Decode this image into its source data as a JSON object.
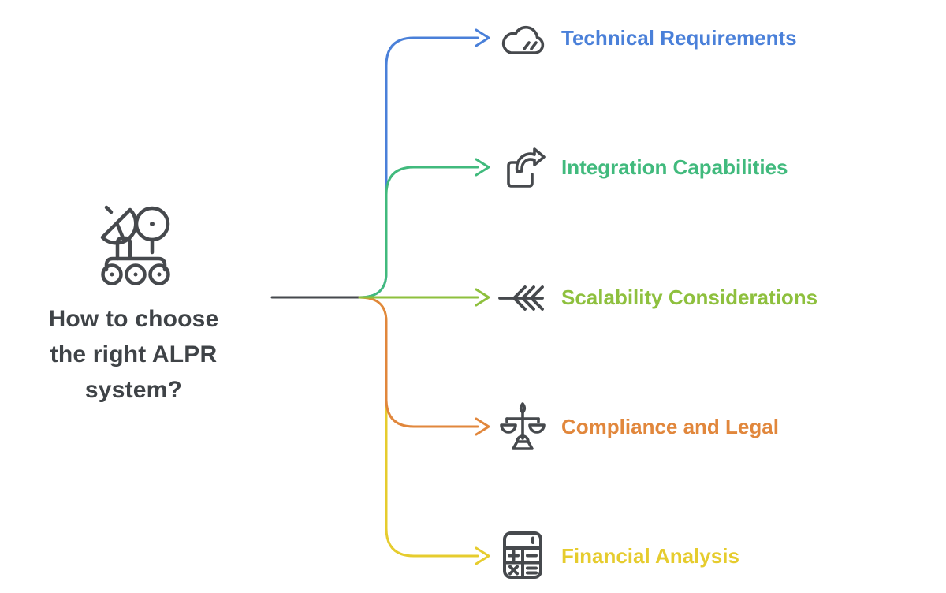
{
  "diagram_type": "mindmap",
  "root": {
    "title": "How to choose the right ALPR system?",
    "title_lines": [
      "How to choose",
      "the right ALPR",
      "system?"
    ],
    "icon": "rover-icon"
  },
  "branches": [
    {
      "label": "Technical Requirements",
      "color": "#4a80d9",
      "icon": "cloud-icon"
    },
    {
      "label": "Integration Capabilities",
      "color": "#41ba7d",
      "icon": "export-arrow-icon"
    },
    {
      "label": "Scalability Considerations",
      "color": "#8ec03e",
      "icon": "rewind-chevrons-icon"
    },
    {
      "label": "Compliance and Legal",
      "color": "#e1873c",
      "icon": "scales-icon"
    },
    {
      "label": "Financial Analysis",
      "color": "#e6cc2e",
      "icon": "calculator-icon"
    }
  ],
  "colors": {
    "ink": "#46494d",
    "title_text": "#3f4347",
    "background": "#ffffff"
  }
}
